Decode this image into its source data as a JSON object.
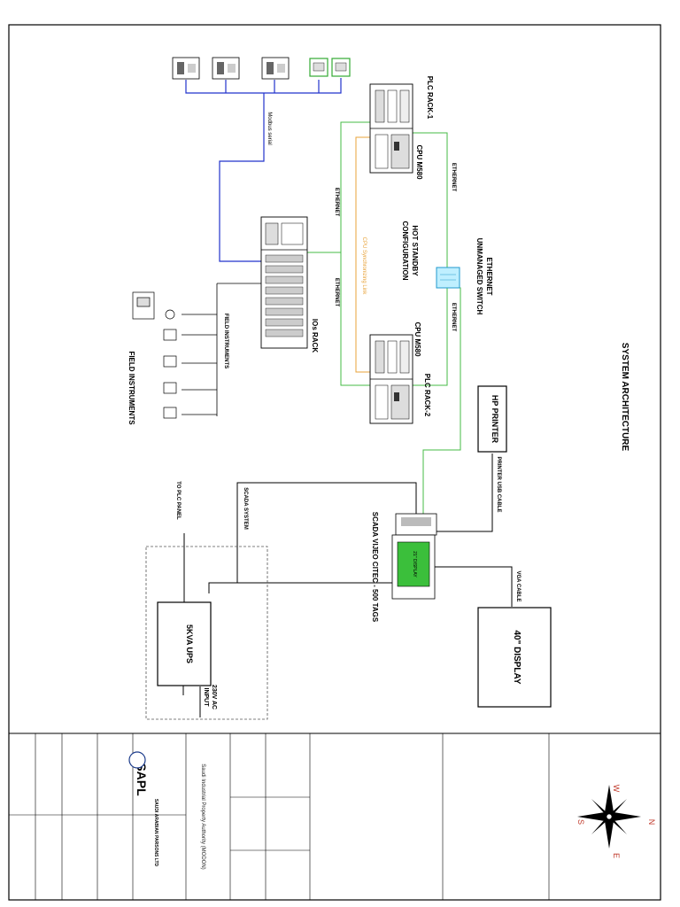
{
  "diagram": {
    "title": "SYSTEM ARCHITECTURE",
    "labels": {
      "plc_rack_1": "PLC RACK-1",
      "plc_rack_2": "PLC RACK-2",
      "cpu_m580_a": "CPU M580",
      "cpu_m580_b": "CPU M580",
      "hot_standby_line1": "HOT STANDBY",
      "hot_standby_line2": "CONFIGURATION",
      "cpu_sync_link": "CPU Synchronizing Link",
      "ethernet_switch_line1": "ETHERNET",
      "ethernet_switch_line2": "UNMANAGED SWITCH",
      "ethernet": "ETHERNET",
      "ios_rack": "IOs RACK",
      "modbus_serial": "Modbus serial",
      "field_instruments_small": "FIELD INSTRUMENTS",
      "field_instruments": "FIELD INSTRUMENTS",
      "hp_printer": "HP PRINTER",
      "printer_usb_cable": "PRINTER USB CABLE",
      "vga_cable": "VGA CABLE",
      "display_40": "40\" DISPLAY",
      "monitor_label": "21\" DISPLAY",
      "scada_vijeo": "SCADA VIJEO CITEC - 500 TAGS",
      "scada_system": "SCADA SYSTEM",
      "to_plc_panel": "TO PLC PANEL",
      "ups": "5KVA UPS",
      "ac_input_line1": "230V AC",
      "ac_input_line2": "INPUT"
    }
  },
  "compass": {
    "n": "N",
    "e": "E",
    "s": "S",
    "w": "W"
  },
  "title_block": {
    "owner_name": "Saudi Industrial Property Authority (MODON)",
    "contractor_abbr": "SAPL",
    "contractor_name": "SAUDI ARABIAN PARSONS LTD"
  }
}
